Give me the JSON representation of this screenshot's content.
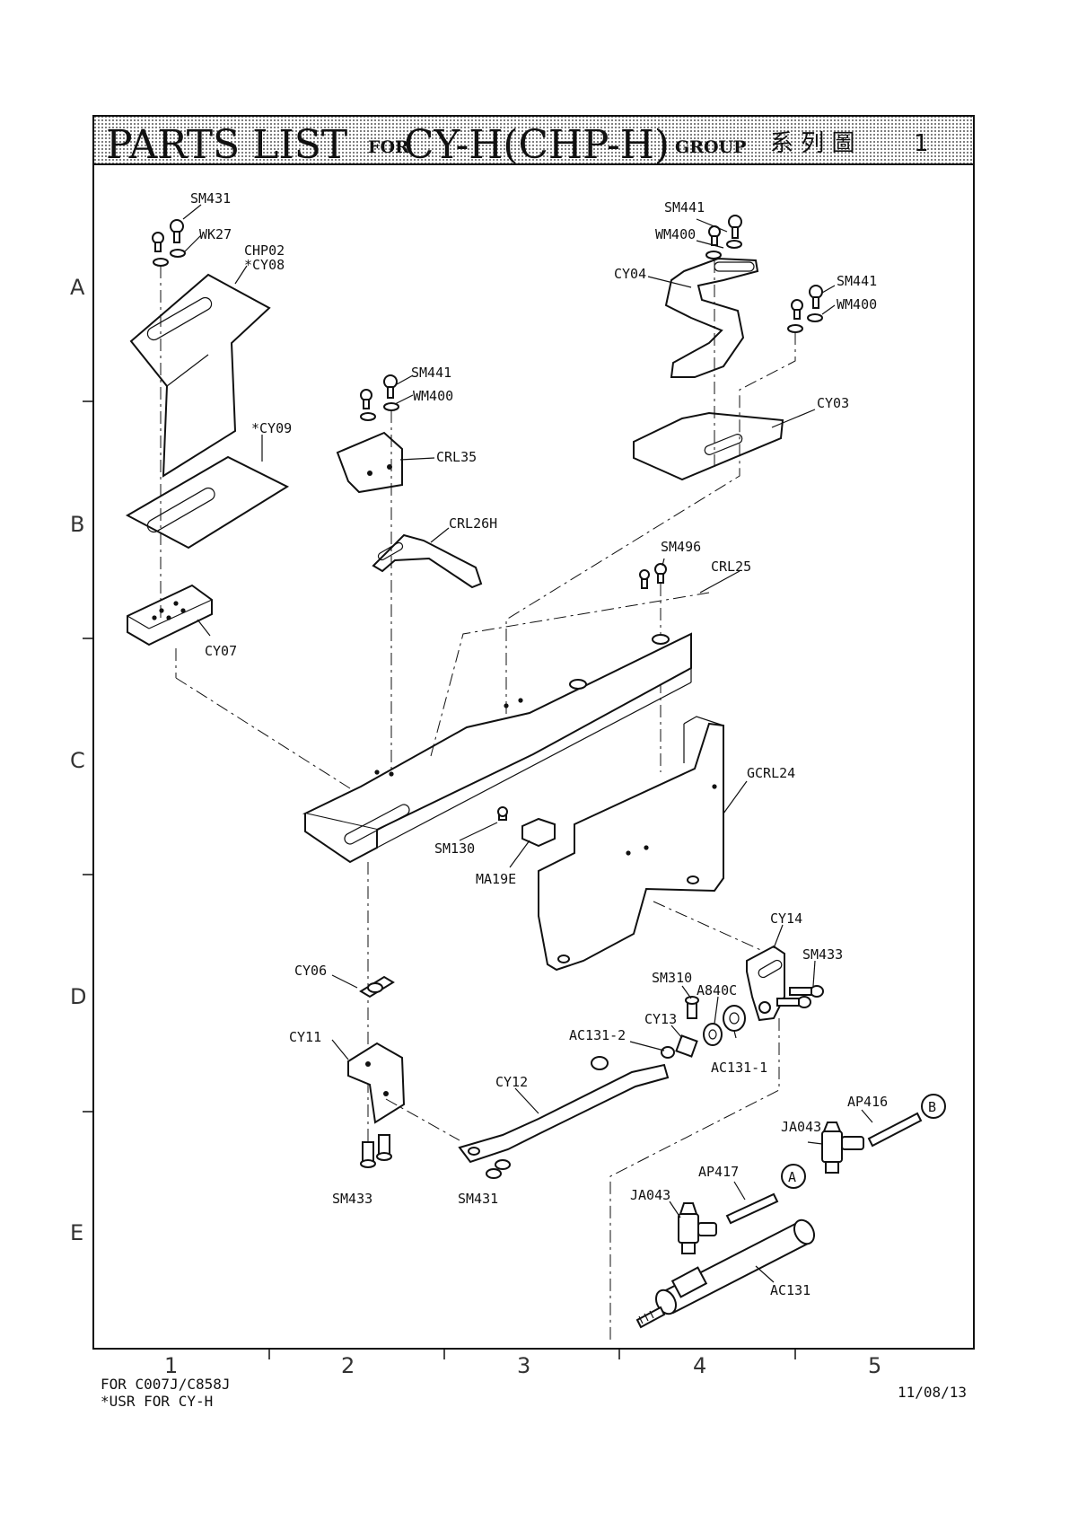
{
  "title": {
    "main": "PARTS LIST",
    "for": "FOR",
    "model": "CY-H(CHP-H)",
    "group": "GROUP",
    "cjk": "系 列 圖",
    "page": "1"
  },
  "row_letters": [
    "A",
    "B",
    "C",
    "D",
    "E"
  ],
  "column_numbers": [
    "1",
    "2",
    "3",
    "4",
    "5"
  ],
  "parts": {
    "sm431_top": "SM431",
    "wk27": "WK27",
    "chp02": "CHP02",
    "cy08": "*CY08",
    "cy09": "*CY09",
    "cy07": "CY07",
    "sm441_mid": "SM441",
    "wm400_mid": "WM400",
    "crl35": "CRL35",
    "crl26h": "CRL26H",
    "sm441_top": "SM441",
    "wm400_top": "WM400",
    "cy04": "CY04",
    "sm441_right": "SM441",
    "wm400_right": "WM400",
    "cy03": "CY03",
    "sm496": "SM496",
    "crl25": "CRL25",
    "gcrl24": "GCRL24",
    "sm130": "SM130",
    "ma19e": "MA19E",
    "cy14": "CY14",
    "sm433_right": "SM433",
    "sm310": "SM310",
    "a840c": "A840C",
    "cy13": "CY13",
    "ac131_2": "AC131-2",
    "ac131_1": "AC131-1",
    "cy06": "CY06",
    "cy11": "CY11",
    "cy12": "CY12",
    "sm433_bottom": "SM433",
    "sm431_bottom": "SM431",
    "ap416": "AP416",
    "ja043_right": "JA043",
    "ap417": "AP417",
    "ja043_left": "JA043",
    "ac131": "AC131",
    "ref_a": "A",
    "ref_b": "B"
  },
  "footer": {
    "line1": "FOR C007J/C858J",
    "line2": "*USR FOR CY-H",
    "date": "11/08/13"
  }
}
